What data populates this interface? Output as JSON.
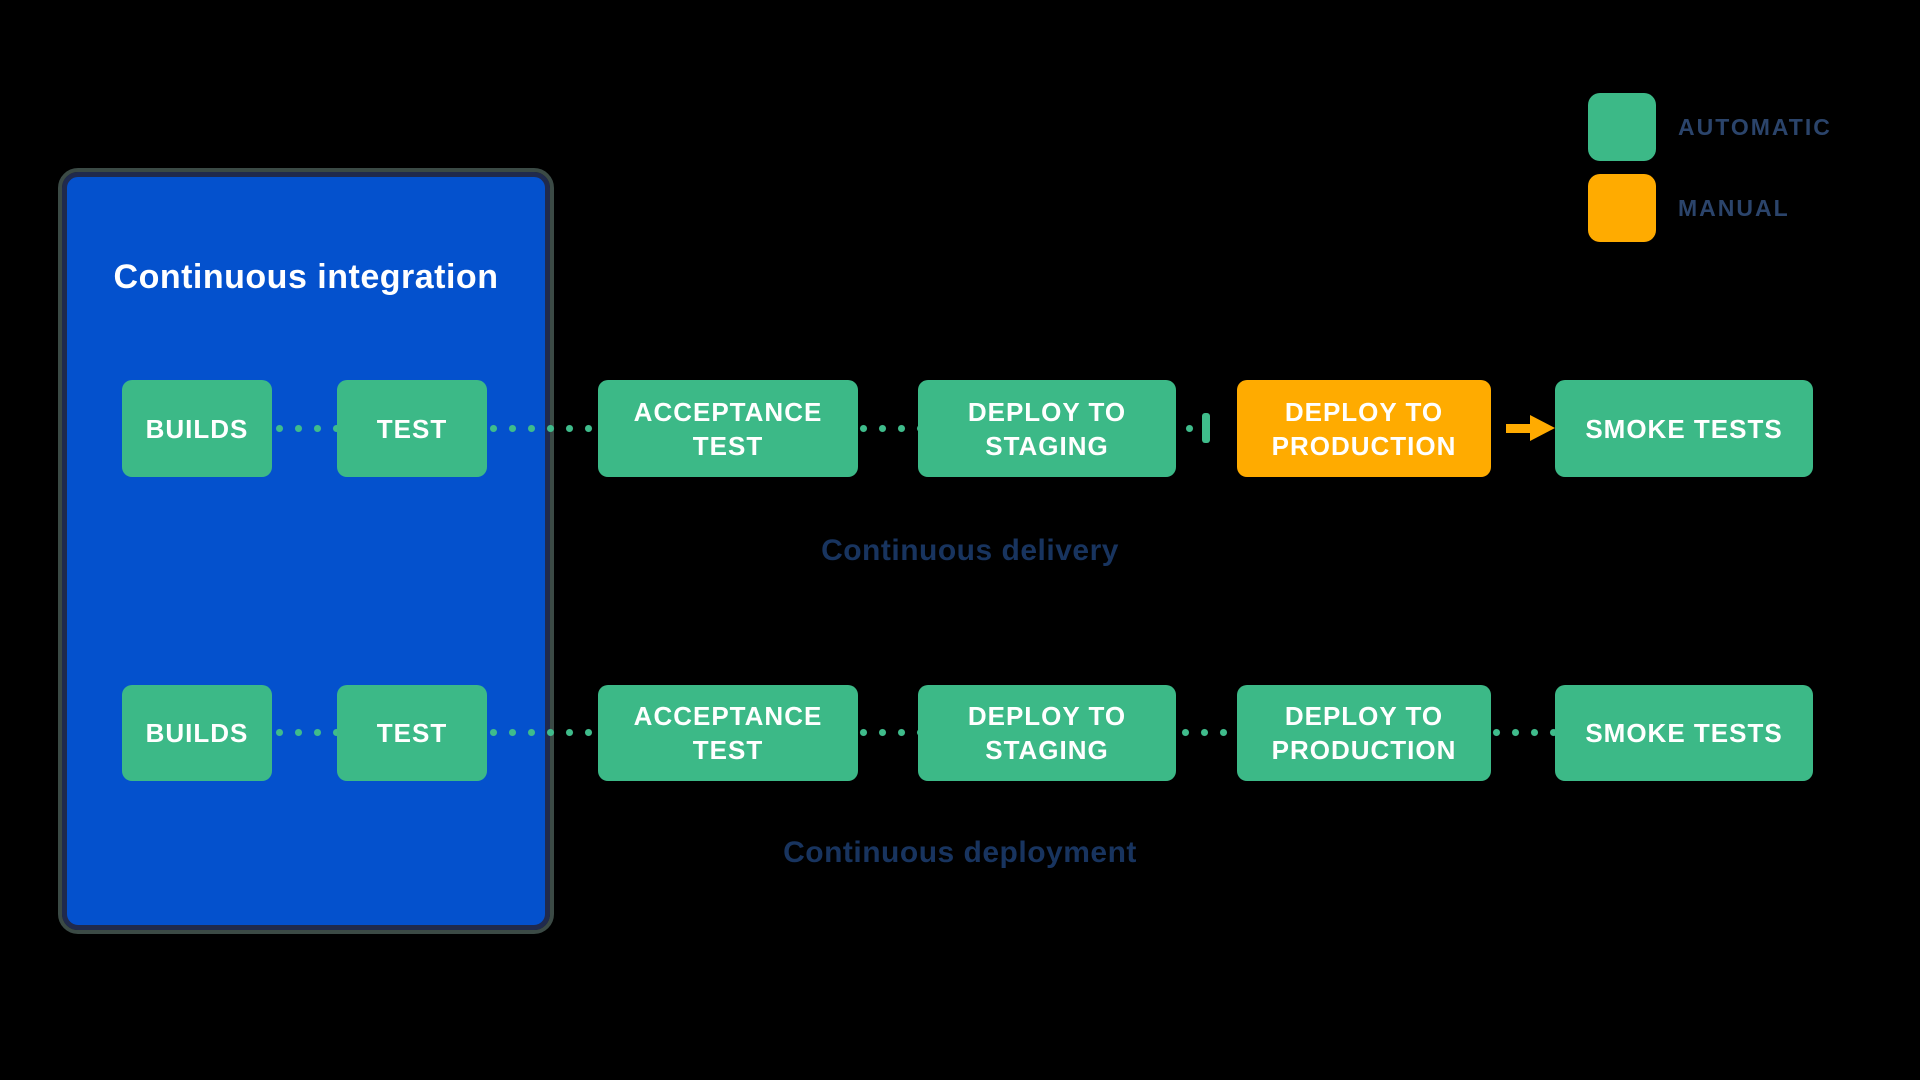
{
  "legend": {
    "items": [
      {
        "id": "automatic",
        "label": "AUTOMATIC",
        "color": "#3CB987"
      },
      {
        "id": "manual",
        "label": "MANUAL",
        "color": "#FFAB00"
      }
    ]
  },
  "ci_container": {
    "title": "Continuous integration",
    "color": "#0451CD"
  },
  "rows": [
    {
      "id": "delivery",
      "caption": "Continuous delivery",
      "stages": [
        {
          "label": "BUILDS",
          "mode": "automatic"
        },
        {
          "label": "TEST",
          "mode": "automatic"
        },
        {
          "label": "ACCEPTANCE TEST",
          "mode": "automatic"
        },
        {
          "label": "DEPLOY TO STAGING",
          "mode": "automatic"
        },
        {
          "label": "DEPLOY TO PRODUCTION",
          "mode": "manual"
        },
        {
          "label": "SMOKE TESTS",
          "mode": "automatic"
        }
      ],
      "connectors": [
        "dotted",
        "dotted",
        "dotted",
        "dot-with-manual-gate",
        "manual-arrow"
      ]
    },
    {
      "id": "deployment",
      "caption": "Continuous deployment",
      "stages": [
        {
          "label": "BUILDS",
          "mode": "automatic"
        },
        {
          "label": "TEST",
          "mode": "automatic"
        },
        {
          "label": "ACCEPTANCE TEST",
          "mode": "automatic"
        },
        {
          "label": "DEPLOY TO STAGING",
          "mode": "automatic"
        },
        {
          "label": "DEPLOY TO PRODUCTION",
          "mode": "automatic"
        },
        {
          "label": "SMOKE TESTS",
          "mode": "automatic"
        }
      ],
      "connectors": [
        "dotted",
        "dotted",
        "dotted",
        "dotted",
        "dotted"
      ]
    }
  ],
  "colors": {
    "background": "#000000",
    "automatic_green": "#3CB987",
    "manual_orange": "#FFAB00",
    "container_blue": "#0451CD",
    "container_border": "#202A4D",
    "caption_navy": "#18345F",
    "legend_text_navy": "#2B446B",
    "stage_text": "#FFFFFF"
  }
}
